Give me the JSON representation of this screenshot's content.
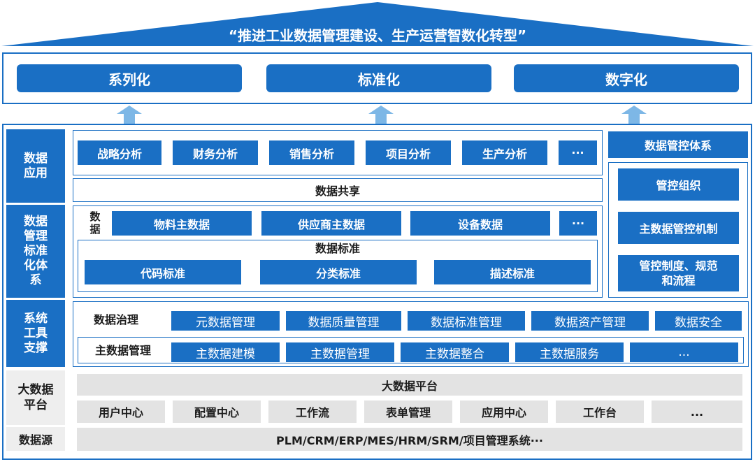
{
  "slogan": "“推进工业数据管理建设、生产运营智数化转型”",
  "goals": [
    "系列化",
    "标准化",
    "数字化"
  ],
  "layers": {
    "app": "数据\n应用",
    "mdm_std": "数据\n管理\n标准\n化体\n系",
    "tools": "系统\n工具\n支撑",
    "bigdata": "大数据\n平台",
    "source": "数据源"
  },
  "analysis": [
    "战略分析",
    "财务分析",
    "销售分析",
    "项目分析",
    "生产分析",
    "···"
  ],
  "sharing": "数据共享",
  "data": {
    "label": "数\n据",
    "items": [
      "物料主数据",
      "供应商主数据",
      "设备数据",
      "···"
    ]
  },
  "standard": {
    "title": "数据标准",
    "items": [
      "代码标准",
      "分类标准",
      "描述标准"
    ]
  },
  "governance": {
    "label": "数据治理",
    "items": [
      "元数据管理",
      "数据质量管理",
      "数据标准管理",
      "数据资产管理",
      "数据安全"
    ]
  },
  "mdm": {
    "label": "主数据管理",
    "items": [
      "主数据建模",
      "主数据管理",
      "主数据整合",
      "主数据服务",
      "..."
    ]
  },
  "platform": {
    "title": "大数据平台",
    "items": [
      "用户中心",
      "配置中心",
      "工作流",
      "表单管理",
      "应用中心",
      "工作台",
      "..."
    ]
  },
  "sources": "PLM/CRM/ERP/MES/HRM/SRM/项目管理系统···",
  "control": {
    "title": "数据管控体系",
    "items": [
      "管控组织",
      "主数据管控机制",
      "管控制度、规范\n和流程"
    ]
  }
}
